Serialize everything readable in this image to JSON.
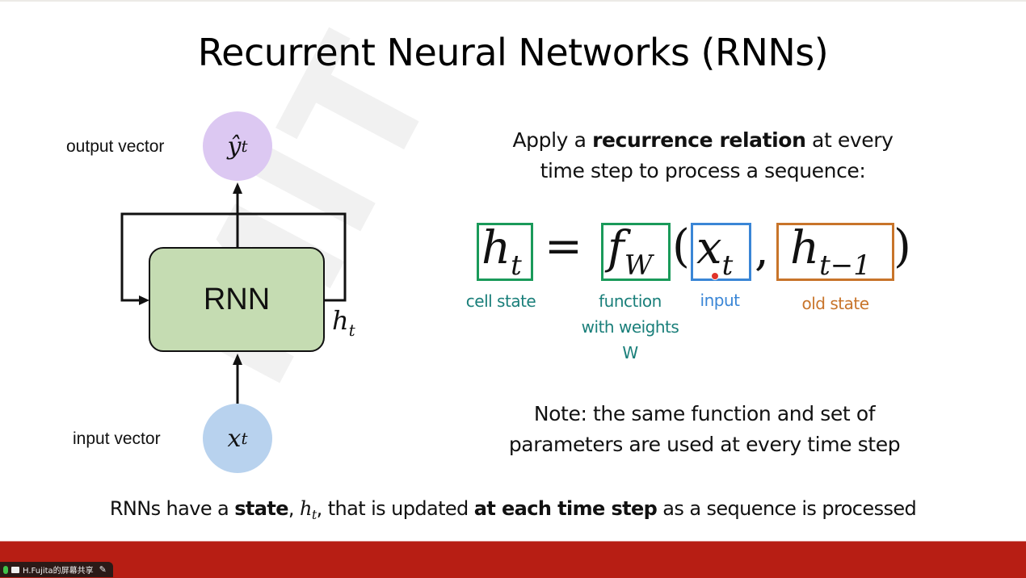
{
  "slide": {
    "title": "Recurrent Neural Networks (RNNs)",
    "watermark": "MIT 6.S191",
    "diagram": {
      "output_label": "output vector",
      "output_symbol": "ŷ",
      "output_subscript": "t",
      "input_label": "input vector",
      "input_symbol": "x",
      "input_subscript": "t",
      "box_label": "RNN",
      "state_symbol": "h",
      "state_subscript": "t",
      "colors": {
        "output_node": "#dcc8f2",
        "input_node": "#b8d2ee",
        "rnn_box": "#c5dcb2"
      }
    },
    "intro": {
      "pre": "Apply a ",
      "bold": "recurrence relation",
      "post": " at every",
      "line2": "time step to process a sequence:"
    },
    "equation": {
      "lhs": {
        "symbol": "h",
        "subscript": "t",
        "caption": "cell state",
        "color": "#1a9a5a"
      },
      "equals": "=",
      "func": {
        "symbol": "f",
        "subscript": "W",
        "caption_line1": "function",
        "caption_line2": "with weights",
        "caption_line3": "W",
        "color": "#1a9a5a"
      },
      "open_paren": "(",
      "arg1": {
        "symbol": "x",
        "subscript": "t",
        "caption": "input",
        "color": "#3a86d6"
      },
      "comma": ",",
      "arg2": {
        "symbol": "h",
        "subscript": "t−1",
        "caption": "old state",
        "color": "#c8742a"
      },
      "close_paren": ")",
      "caption_color_teal": "#1a7f7a"
    },
    "note": {
      "line1": "Note: the same function and set of",
      "line2": "parameters are used at every time step"
    },
    "summary": {
      "p1": "RNNs have a ",
      "b1": "state",
      "p2": ", ",
      "sym": "h",
      "sub": "t",
      "p3": ", that is updated ",
      "b2": "at each time step",
      "p4": " as a sequence is processed"
    }
  },
  "footer": {
    "bar_color": "#b71e14",
    "share_label": "H.Fujita的屏幕共享"
  }
}
